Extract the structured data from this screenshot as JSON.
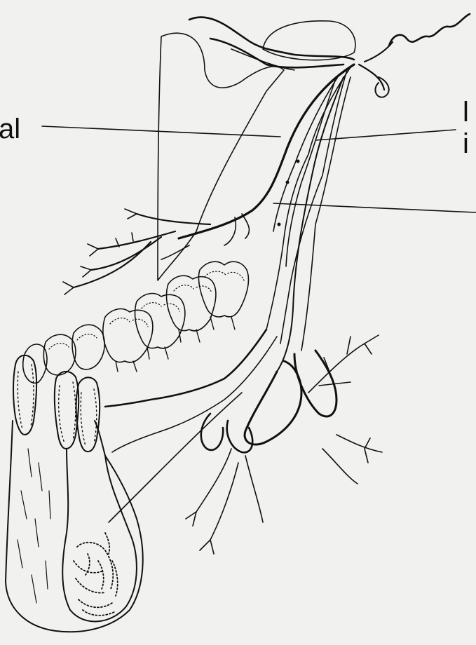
{
  "labels": {
    "left": "al",
    "right_top": "l",
    "right_bottom": "i"
  },
  "colors": {
    "background": "#f1f1ef",
    "ink": "#111111"
  }
}
